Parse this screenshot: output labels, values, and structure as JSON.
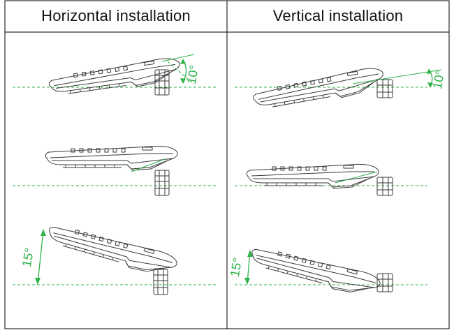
{
  "headers": {
    "horizontal": "Horizontal installation",
    "vertical": "Vertical installation"
  },
  "angles": {
    "h_top": "10°",
    "h_bottom": "15°",
    "v_top": "10°",
    "v_bottom": "15°"
  },
  "colors": {
    "line": "#3a3a3a",
    "accent": "#2fb34a",
    "grid": "#000000"
  }
}
